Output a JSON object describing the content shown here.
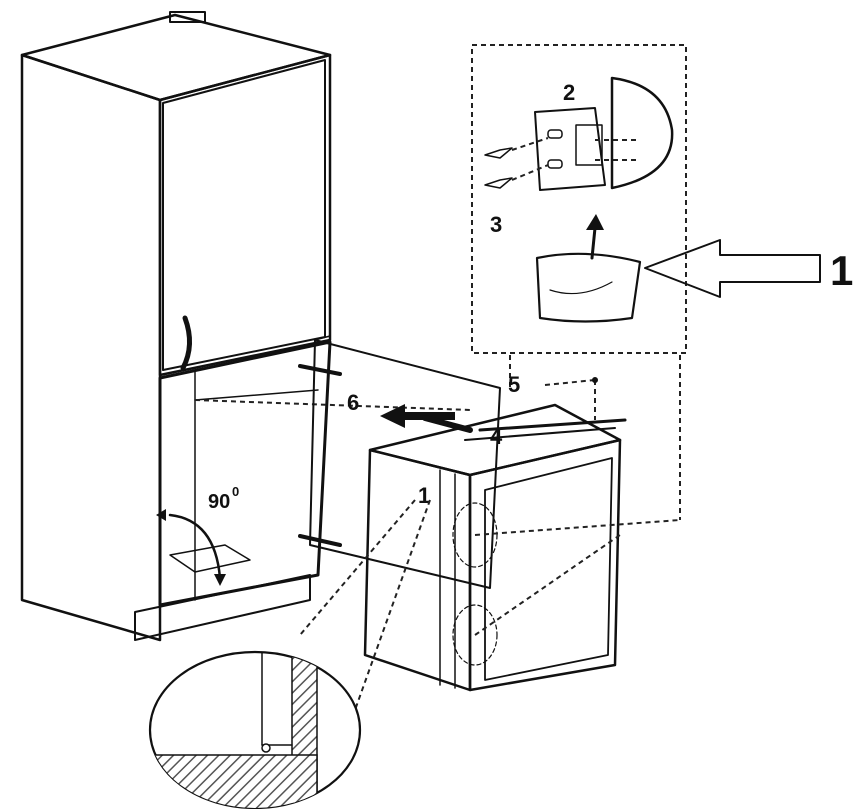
{
  "labels": {
    "detail_main": "1",
    "inset_2": "2",
    "inset_3": "3",
    "step_1": "1",
    "step_4": "4",
    "step_5": "5",
    "step_6": "6",
    "angle": "90",
    "angle_unit": "0"
  },
  "colors": {
    "line": "#111111",
    "panel_fill": "#e6e6e6",
    "hatch": "#555555"
  }
}
